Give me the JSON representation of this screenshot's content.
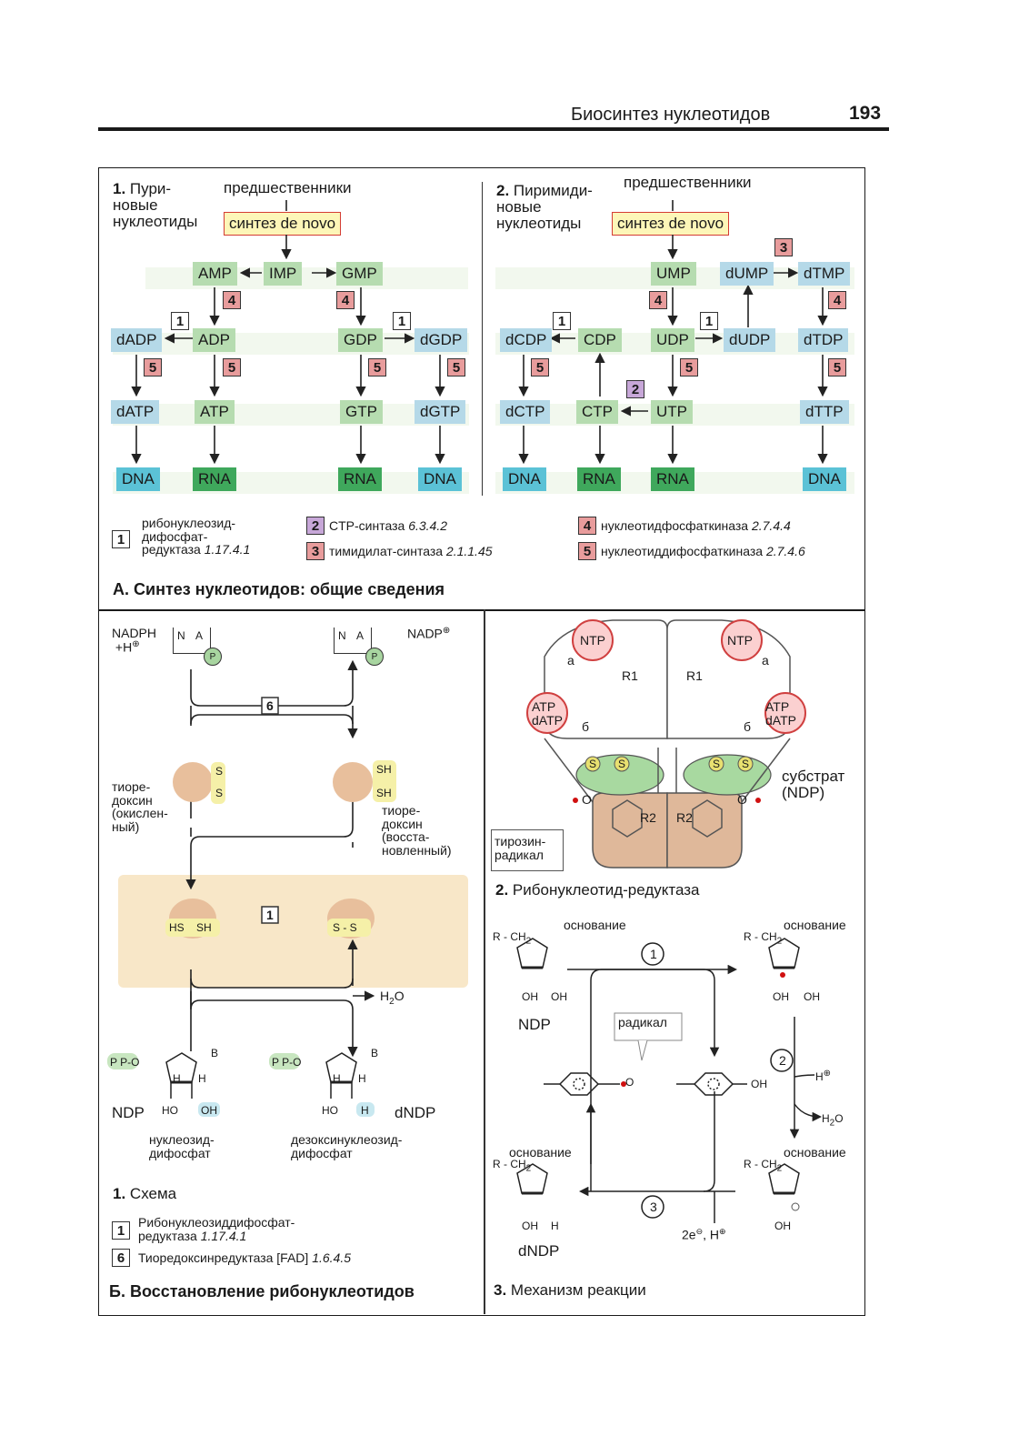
{
  "header": {
    "title": "Биосинтез нуклеотидов",
    "page": "193"
  },
  "panelA": {
    "purine": {
      "title_num": "1.",
      "title_lines": [
        "Пури-",
        "новые",
        "нуклеотиды"
      ],
      "precursors": "предшественники",
      "synthesis": "синтез de novo",
      "nodes": {
        "AMP": "AMP",
        "IMP": "IMP",
        "GMP": "GMP",
        "dADP": "dADP",
        "ADP": "ADP",
        "GDP": "GDP",
        "dGDP": "dGDP",
        "dATP": "dATP",
        "ATP": "ATP",
        "GTP": "GTP",
        "dGTP": "dGTP",
        "dna1": "DNA",
        "rna1": "RNA",
        "rna2": "RNA",
        "dna2": "DNA"
      }
    },
    "pyrimidine": {
      "title_num": "2.",
      "title_lines": [
        "Пиримиди-",
        "новые",
        "нуклеотиды"
      ],
      "precursors": "предшественники",
      "synthesis": "синтез de novo",
      "nodes": {
        "UMP": "UMP",
        "dUMP": "dUMP",
        "dTMP": "dTMP",
        "dCDP": "dCDP",
        "CDP": "CDP",
        "UDP": "UDP",
        "dUDP": "dUDP",
        "dTDP": "dTDP",
        "dCTP": "dCTP",
        "CTP": "CTP",
        "UTP": "UTP",
        "dTTP": "dTTP",
        "dna1": "DNA",
        "rna1": "RNA",
        "rna2": "RNA",
        "dna2": "DNA"
      }
    },
    "enzyme_nums": {
      "e1": "1",
      "e2": "2",
      "e3": "3",
      "e4": "4",
      "e5": "5",
      "e6": "6"
    },
    "legend": {
      "e1_lines": [
        "рибонуклеозид-",
        "дифосфат-"
      ],
      "e1_last": "редуктаза ",
      "e1_ec": "1.17.4.1",
      "e2": "CTP-синтаза ",
      "e2_ec": "6.3.4.2",
      "e3": "тимидилат-синтаза ",
      "e3_ec": "2.1.1.45",
      "e4": "нуклеотидфосфаткиназа ",
      "e4_ec": "2.7.4.4",
      "e5": "нуклеотиддифосфаткиназа ",
      "e5_ec": "2.7.4.6"
    },
    "caption": "А. Синтез нуклеотидов: общие сведения"
  },
  "panelB": {
    "nadph": "NADPH",
    "h_plus": "+H",
    "nadp": "NADP",
    "n_label": "N",
    "a_label": "A",
    "p_label": "P",
    "thio_ox": [
      "тиоре-",
      "доксин",
      "(окислен-",
      "ный)"
    ],
    "thio_red": [
      "тиоре-",
      "доксин",
      "(восста-",
      "новленный)"
    ],
    "s": "S",
    "sh": "SH",
    "hs": "HS",
    "ss": "S - S",
    "h2o": "H",
    "h2o_sub": "2",
    "h2o_o": "O",
    "ndp": "NDP",
    "dndp": "dNDP",
    "ndp_desc": [
      "нуклеозид-",
      "дифосфат"
    ],
    "dndp_desc": [
      "дезоксинуклеозид-",
      "дифосфат"
    ],
    "pp": "P P-O",
    "b": "B",
    "h": "H",
    "ho": "HO",
    "oh": "OH",
    "scheme_num": "1.",
    "scheme": "Схема",
    "legend1_lines": [
      "Рибонуклеозиддифосфат-"
    ],
    "legend1_last": "редуктаза ",
    "legend1_ec": "1.17.4.1",
    "legend6": "Тиоредоксинредуктаза [FAD] ",
    "legend6_ec": "1.6.4.5",
    "caption": "Б. Восстановление рибонуклеотидов"
  },
  "panelB2": {
    "ntp": "NTP",
    "a": "a",
    "r1": "R1",
    "atp": "ATP",
    "datp": "dATP",
    "b6": "б",
    "s": "S",
    "substrate": [
      "субстрат",
      "(NDP)"
    ],
    "r2": "R2",
    "o_rad": "O",
    "tyr": [
      "тирозин-",
      "радикал"
    ],
    "caption_num": "2.",
    "caption": "Рибонуклеотид-редуктаза"
  },
  "panelB3": {
    "base": "основание",
    "rch2": "R - CH",
    "sub2": "2",
    "o": "O",
    "h": "H",
    "oh": "OH",
    "ndp": "NDP",
    "dndp": "dNDP",
    "radical": "радикал",
    "step1": "1",
    "step2": "2",
    "step3": "3",
    "h_plus": "H",
    "h2o": "H",
    "h2o_sub": "2",
    "h2o_o": "O",
    "electrons": "2e",
    "comma_h": ", H",
    "caption_num": "3.",
    "caption": "Механизм реакции"
  },
  "colors": {
    "green_box": "#b6dcb0",
    "blue_box": "#b5d9e8",
    "dna": "#5bc2d6",
    "rna": "#3fa85c",
    "enzyme_red": "#e89c9c",
    "enzyme_purple": "#c7a7d8",
    "synth_fill": "#fdf6b8",
    "salmon": "#e8bf9c",
    "beige_band": "#f8e7c8"
  }
}
